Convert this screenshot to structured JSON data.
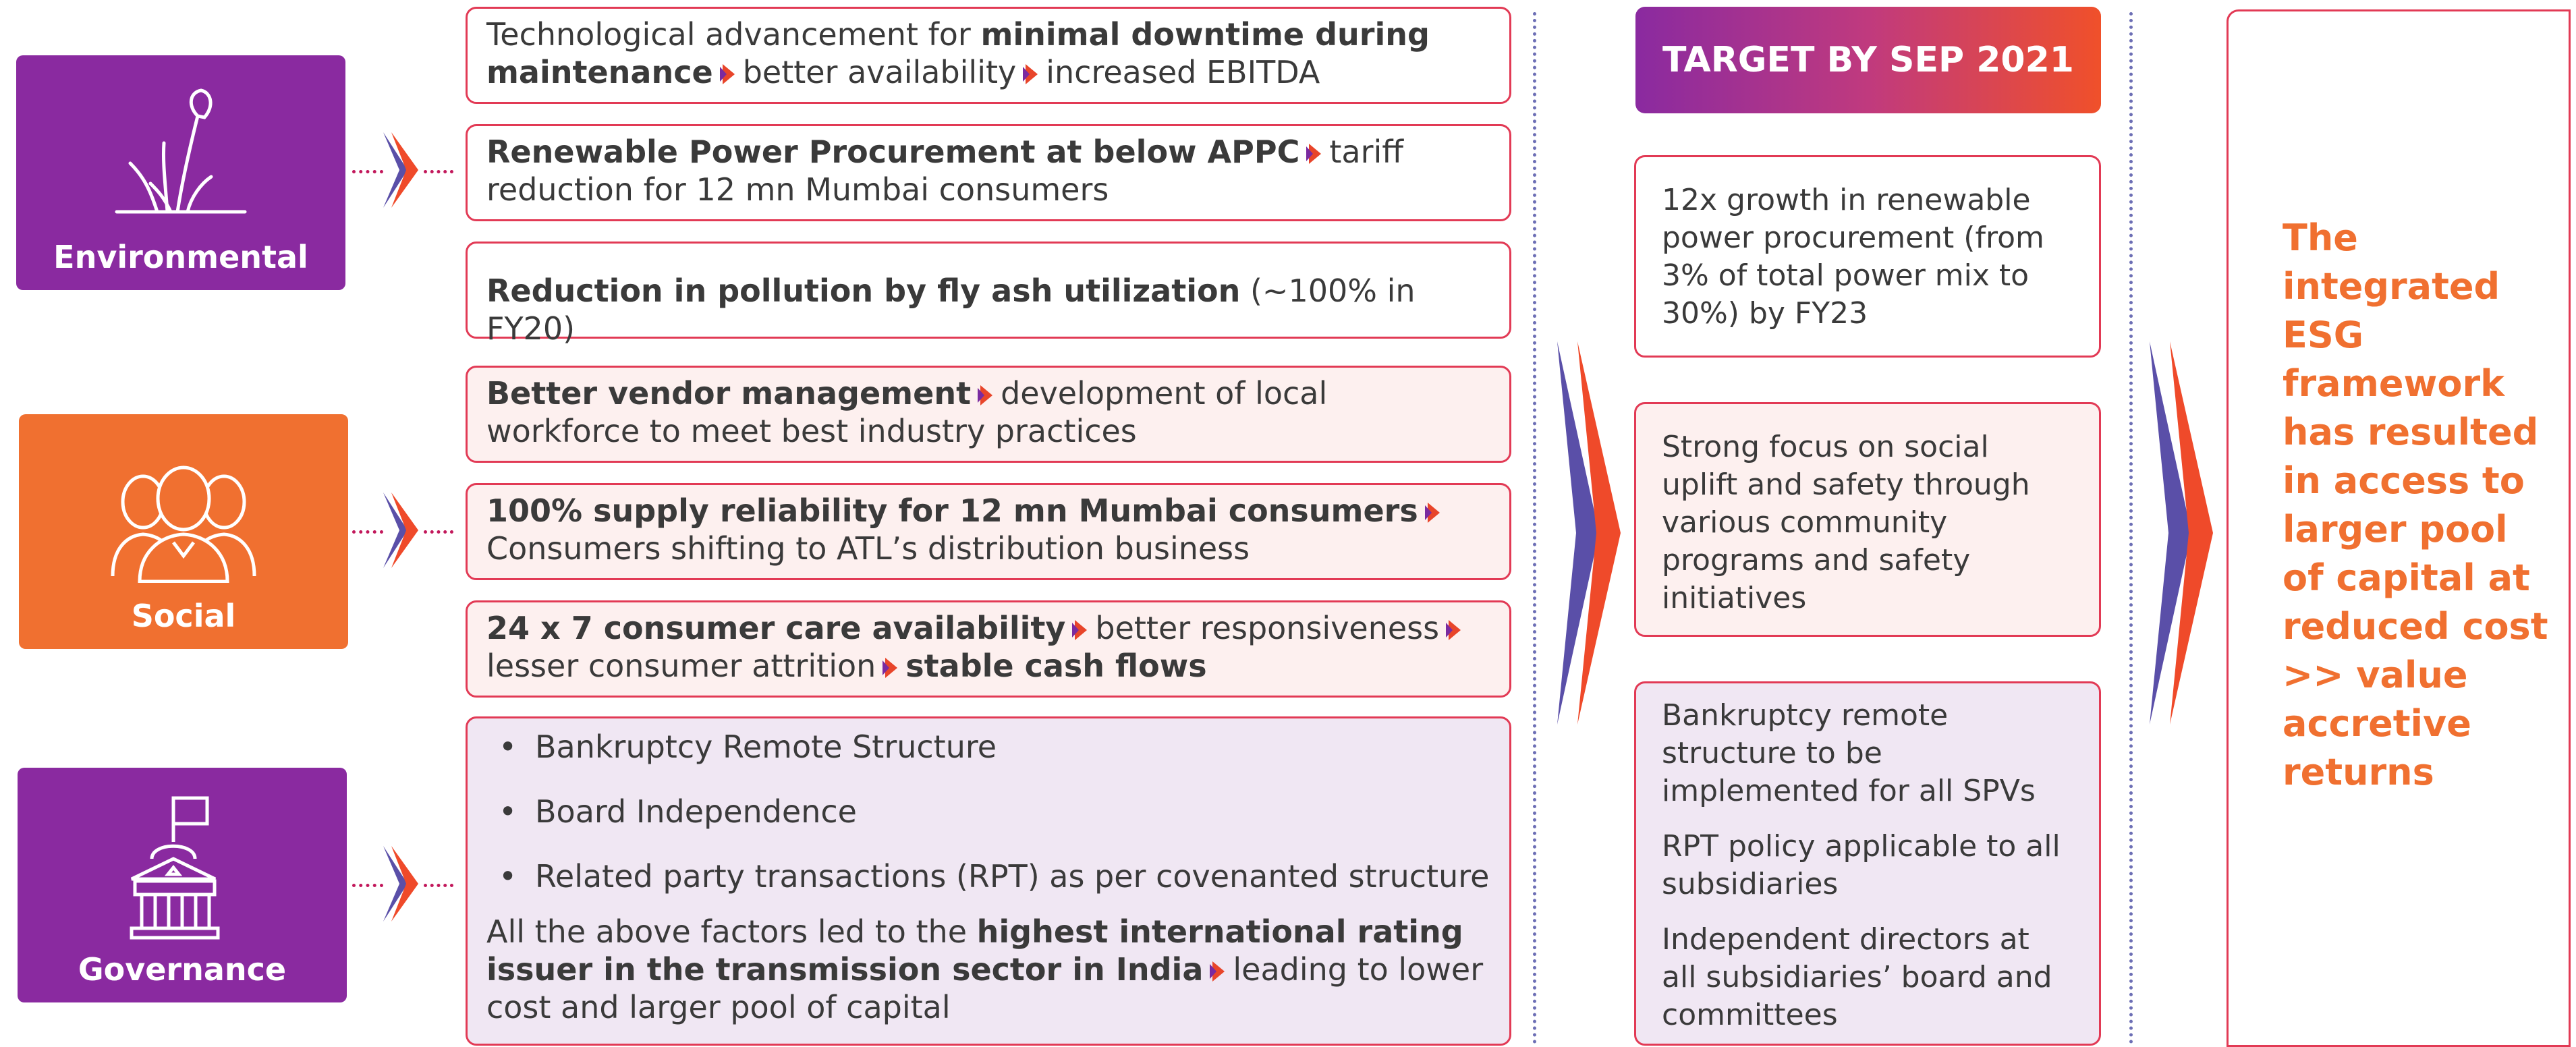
{
  "categories": {
    "environmental": "Environmental",
    "social": "Social",
    "governance": "Governance"
  },
  "env_items": {
    "item1": {
      "pre": "Technological advancement for ",
      "bold": "minimal downtime during maintenance",
      "t1": "better availability",
      "t2": "increased EBITDA"
    },
    "item2": {
      "bold": "Renewable Power Procurement at below APPC",
      "t1": "tariff reduction for 12 mn Mumbai consumers"
    },
    "item3": {
      "bold": "Reduction in pollution by fly ash utilization",
      "rest": " (~100% in FY20)"
    }
  },
  "social_items": {
    "item1": {
      "bold": "Better vendor management",
      "t1": "development of local workforce to meet best industry practices"
    },
    "item2": {
      "bold": "100% supply reliability for 12 mn Mumbai consumers",
      "t1": "Consumers shifting to ATL’s distribution business"
    },
    "item3": {
      "bold": "24 x 7 consumer care availability",
      "t1": "better responsiveness",
      "t2": "lesser consumer attrition",
      "t3": "stable cash flows"
    }
  },
  "governance": {
    "bullets": [
      "Bankruptcy Remote Structure",
      "Board Independence",
      "Related party transactions (RPT) as per covenanted structure"
    ],
    "summary_pre": "All the above factors led to the ",
    "summary_bold": "highest international rating issuer in the transmission sector in India",
    "summary_post": "leading to lower cost and larger pool of capital"
  },
  "target": {
    "heading": "TARGET BY SEP 2021",
    "box1": "12x growth in renewable power procurement (from 3% of total power mix to 30%) by FY23",
    "box2": "Strong focus on social uplift and safety through various community programs and safety initiatives",
    "box3": [
      "Bankruptcy remote structure to be implemented for all SPVs",
      "RPT policy applicable to all subsidiaries",
      "Independent directors at all subsidiaries’ board and committees"
    ]
  },
  "result": "The integrated ESG framework has resulted in access to larger pool of capital at reduced cost >> value accretive returns",
  "colors": {
    "purple": "#8a2aa0",
    "orange": "#f07030",
    "red": "#e23a55",
    "pink_bg": "#fdf0ef",
    "lavender_bg": "#f0e7f3"
  },
  "icons": [
    "plant-icon",
    "people-icon",
    "government-building-icon",
    "chevron-arrow-icon"
  ]
}
